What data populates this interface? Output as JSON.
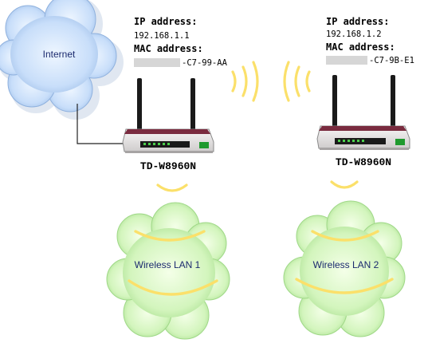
{
  "internet": {
    "label": "Internet"
  },
  "routers": [
    {
      "ip_heading": "IP address:",
      "ip": "192.168.1.1",
      "mac_heading": "MAC address:",
      "mac_suffix": "-C7-99-AA",
      "model": "TD-W8960N"
    },
    {
      "ip_heading": "IP address:",
      "ip": "192.168.1.2",
      "mac_heading": "MAC address:",
      "mac_suffix": "-C7-9B-E1",
      "model": "TD-W8960N"
    }
  ],
  "wlans": [
    {
      "label": "Wireless LAN 1"
    },
    {
      "label": "Wireless LAN 2"
    }
  ],
  "colors": {
    "internet_cloud": "#b9d3f3",
    "wlan_cloud": "#c4f1b0",
    "wireless_wave": "#fbe06a",
    "router_body": "#eceaea",
    "router_top": "#7a2b3f"
  }
}
